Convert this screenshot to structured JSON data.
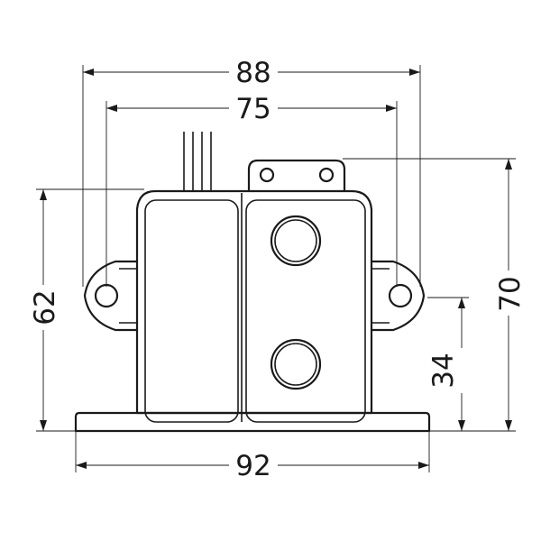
{
  "dimensions": {
    "top_outer": "88",
    "top_inner": "75",
    "bottom_width": "92",
    "left_height": "62",
    "right_height": "70",
    "right_lower_height": "34"
  },
  "colors": {
    "line": "#1a1a1a",
    "background": "#ffffff"
  }
}
